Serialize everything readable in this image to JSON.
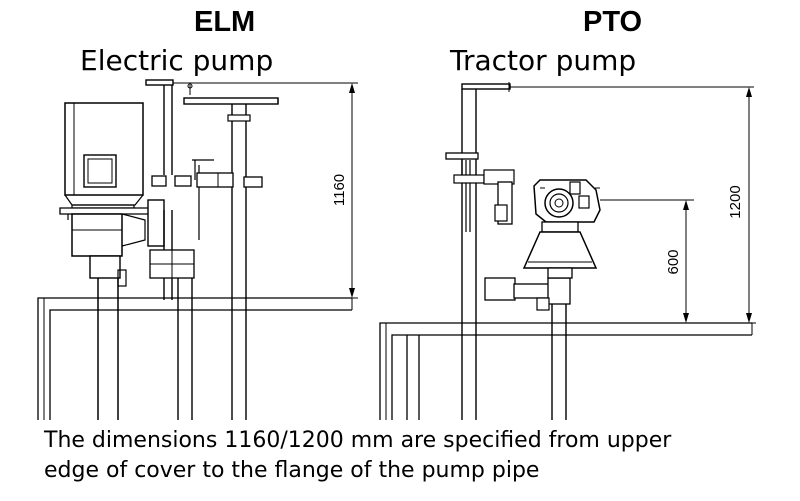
{
  "left": {
    "code": "ELM",
    "name": "Electric pump",
    "dimension": "1160"
  },
  "right": {
    "code": "PTO",
    "name": "Tractor pump",
    "dimension_total": "1200",
    "dimension_lower": "600"
  },
  "footnote": {
    "line1": "The dimensions 1160/1200 mm are specified from upper",
    "line2": "edge of cover to the flange of the pump pipe"
  }
}
